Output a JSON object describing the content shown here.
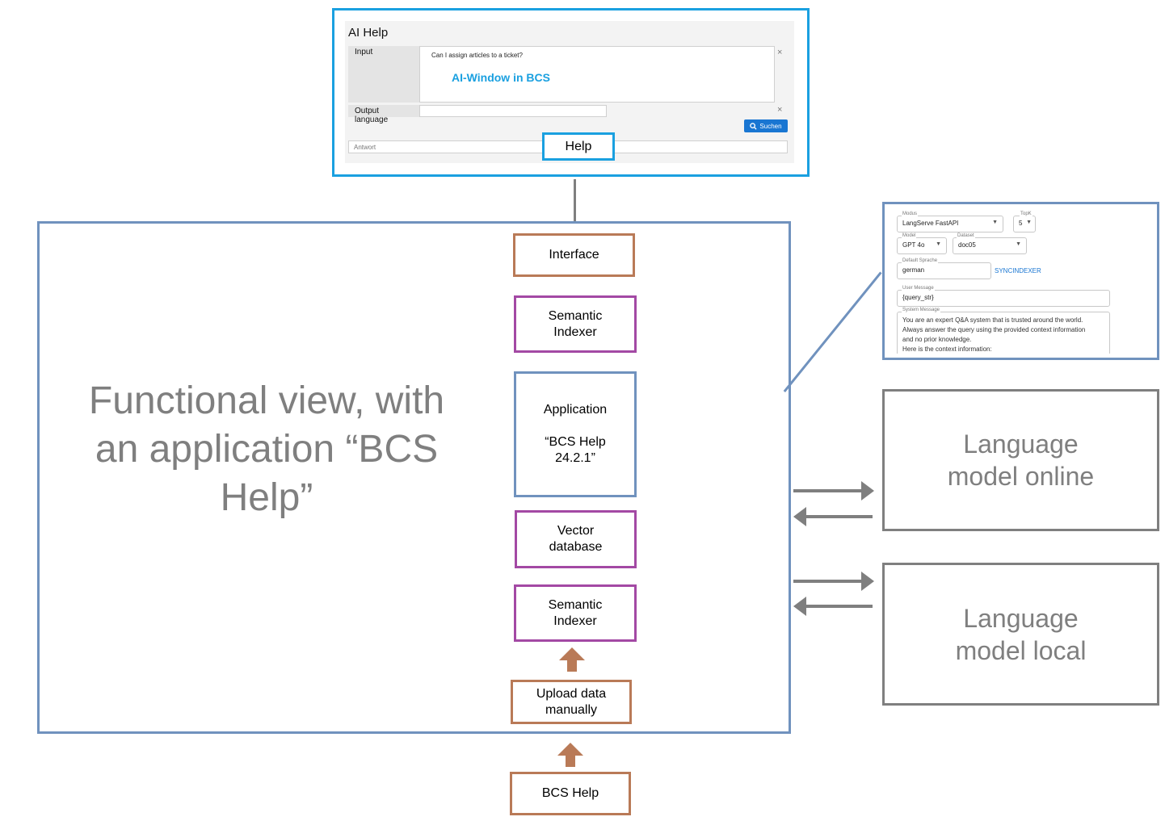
{
  "ai_window": {
    "title": "AI Help",
    "input_label": "Input",
    "input_value": "Can I assign articles to a ticket?",
    "overlay_caption": "AI-Window in BCS",
    "output_language_label": "Output language",
    "search_button": "Suchen",
    "answer_label": "Antwort",
    "help_label": "Help",
    "clear_symbol": "×"
  },
  "main_box": {
    "title": "Functional view, with an application “BCS Help”"
  },
  "stack": {
    "interface": "Interface",
    "semantic_indexer_top": "Semantic\nIndexer",
    "application": "Application\n\n“BCS Help\n24.2.1”",
    "vector_database": "Vector\ndatabase",
    "semantic_indexer_bottom": "Semantic\nIndexer",
    "upload_data": "Upload data\nmanually",
    "bcs_help": "BCS Help"
  },
  "settings_panel": {
    "modus_label": "Modus",
    "modus_value": "LangServe FastAPI",
    "topk_label": "TopK",
    "topk_value": "5",
    "model_label": "Model",
    "model_value": "GPT 4o",
    "dataset_label": "Dataset",
    "dataset_value": "doc05",
    "default_sprache_label": "Default Sprache",
    "default_sprache_value": "german",
    "syncindexer_link": "SYNCINDEXER",
    "user_message_label": "User Message",
    "user_message_value": "{query_str}",
    "system_message_label": "System Message",
    "system_message_lines": [
      "You are an expert Q&A system that is trusted around the world.",
      "Always answer the query using the provided context information",
      "and no prior knowledge.",
      "Here is the context information:"
    ]
  },
  "external": {
    "online_model": "Language\nmodel online",
    "local_model": "Language\nmodel local"
  },
  "colors": {
    "interface_border": "#b97a57",
    "indexer_border": "#a349a4",
    "application_border": "#7092be",
    "ai_window_border": "#1aa0e0",
    "arrows": "#7f7f7f",
    "upload_arrows": "#b97a57",
    "title_text": "#7f7f7f"
  }
}
